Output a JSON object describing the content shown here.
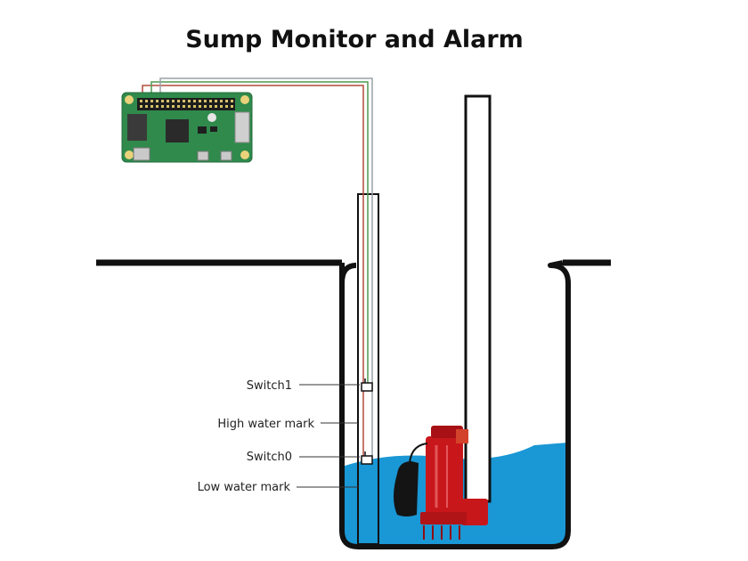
{
  "title": "Sump Monitor and Alarm",
  "labels": {
    "switch1": "Switch1",
    "high_water_mark": "High water mark",
    "switch0": "Switch0",
    "low_water_mark": "Low water mark"
  },
  "colors": {
    "water": "#1a97d5",
    "pump": "#c8171b",
    "float": "#141414",
    "pcb": "#2f8a4c",
    "wire_red": "#b44a3c",
    "wire_green": "#4f9a52",
    "wire_gray": "#9aa0a6"
  },
  "components": {
    "controller": "raspberry-pi-zero-board",
    "pump": "sump-pump",
    "pipe": "discharge-pipe",
    "sensor_tube": "float-switch-tube"
  }
}
